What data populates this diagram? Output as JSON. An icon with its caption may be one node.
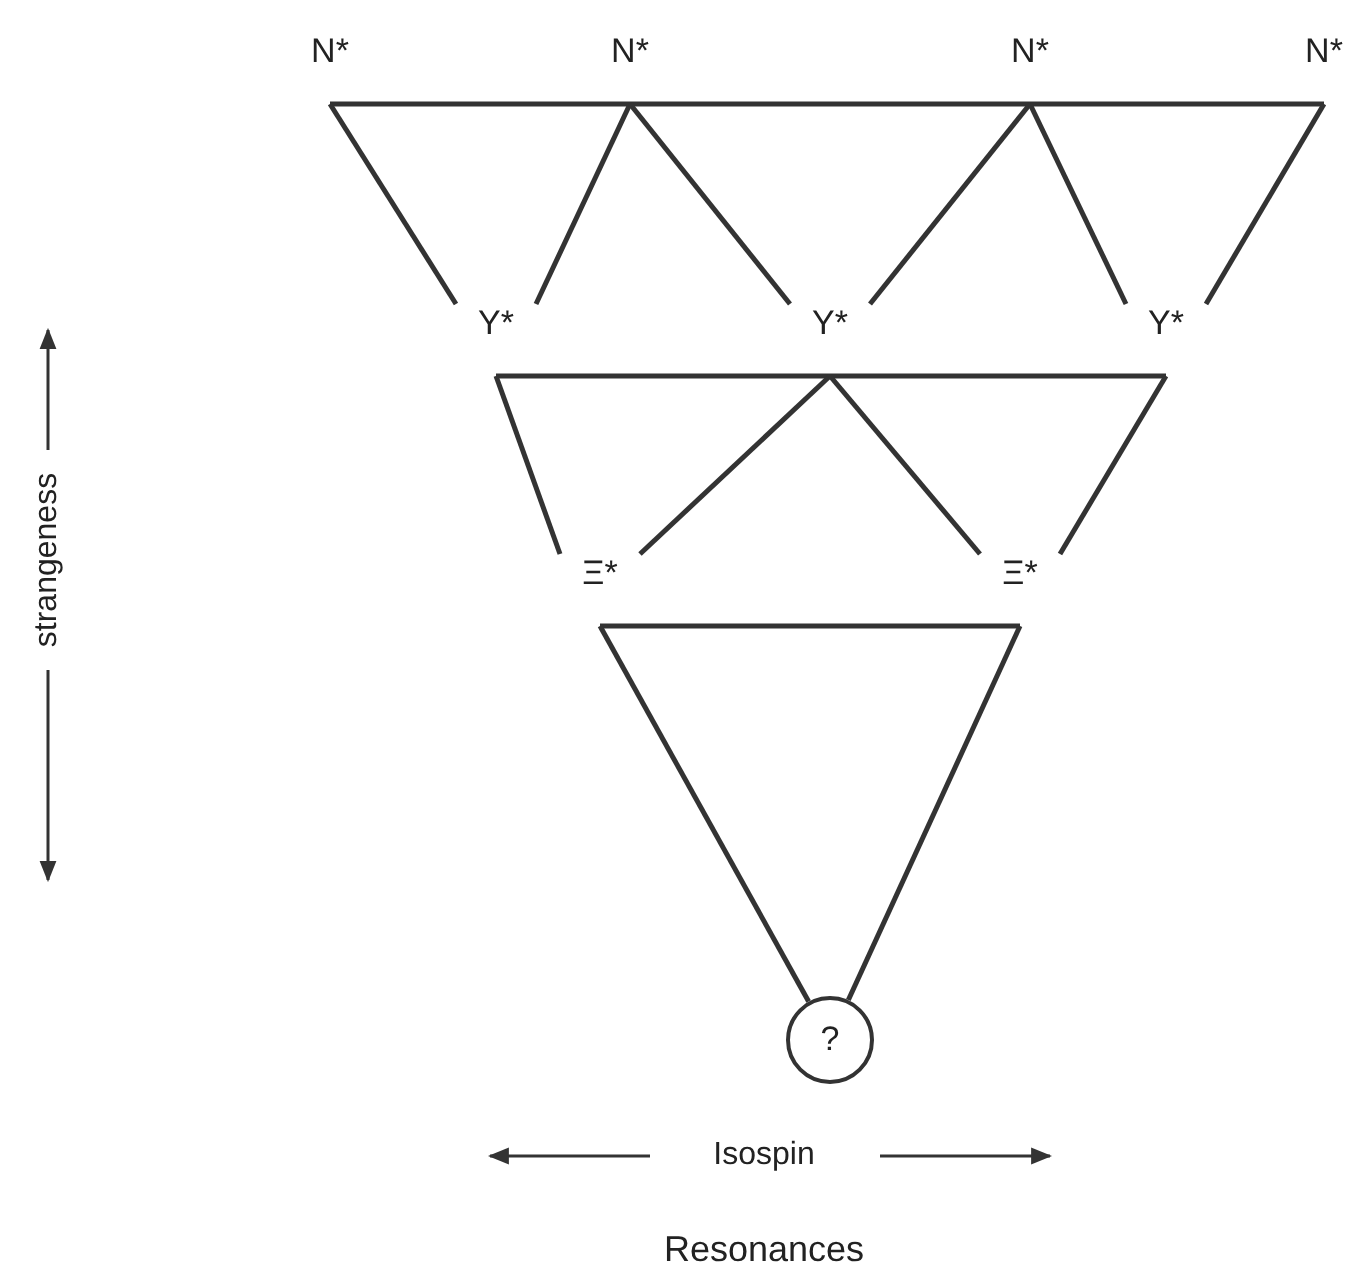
{
  "diagram": {
    "caption": "Resonances",
    "nodes": [
      {
        "text": [
          "N*"
        ]
      },
      {
        "text": [
          "N*"
        ]
      },
      {
        "text": [
          "N*"
        ]
      },
      {
        "text": [
          "N*"
        ]
      },
      {
        "text": [
          "Y*"
        ]
      },
      {
        "text": [
          "Y*"
        ]
      },
      {
        "text": [
          "Y*"
        ]
      },
      {
        "text": [
          "Ξ*"
        ]
      },
      {
        "text": [
          "Ξ*"
        ]
      },
      {
        "text": [
          "?"
        ]
      }
    ],
    "edges": [
      {
        "from": 0,
        "to": 1,
        "arrow": "none"
      },
      {
        "from": 1,
        "to": 2,
        "arrow": "none"
      },
      {
        "from": 2,
        "to": 3,
        "arrow": "none"
      },
      {
        "from": 0,
        "to": 4,
        "arrow": "none"
      },
      {
        "from": 1,
        "to": 4,
        "arrow": "none"
      },
      {
        "from": 1,
        "to": 5,
        "arrow": "none"
      },
      {
        "from": 2,
        "to": 5,
        "arrow": "none"
      },
      {
        "from": 2,
        "to": 6,
        "arrow": "none"
      },
      {
        "from": 3,
        "to": 6,
        "arrow": "none"
      },
      {
        "from": 4,
        "to": 5,
        "arrow": "none"
      },
      {
        "from": 5,
        "to": 6,
        "arrow": "none"
      },
      {
        "from": 4,
        "to": 7,
        "arrow": "none"
      },
      {
        "from": 5,
        "to": 7,
        "arrow": "none"
      },
      {
        "from": 5,
        "to": 8,
        "arrow": "none"
      },
      {
        "from": 6,
        "to": 8,
        "arrow": "none"
      },
      {
        "from": 7,
        "to": 8,
        "arrow": "none"
      },
      {
        "from": 7,
        "to": 9,
        "arrow": "none"
      },
      {
        "from": 8,
        "to": 9,
        "arrow": "none"
      }
    ],
    "labels": [
      "strangeness",
      "Isospin"
    ]
  }
}
